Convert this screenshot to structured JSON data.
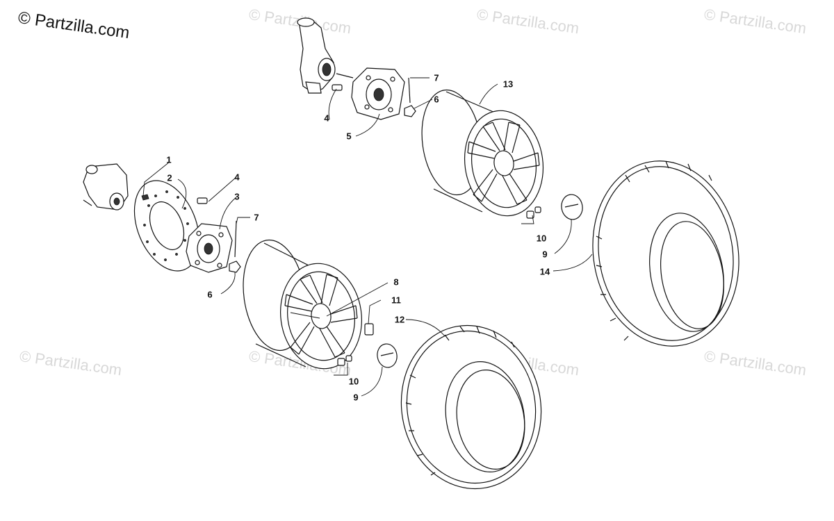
{
  "brand": {
    "text": "© Partzilla.com"
  },
  "watermarks": [
    "© Partzilla.com",
    "© Partzilla.com",
    "© Partzilla.com",
    "© Partzilla.com",
    "© Partzilla.com",
    "© Partzilla.com",
    "© Partzilla.com"
  ],
  "callouts": {
    "c1": "1",
    "c2": "2",
    "c3": "3",
    "c4a": "4",
    "c4b": "4",
    "c5": "5",
    "c6a": "6",
    "c6b": "6",
    "c7a": "7",
    "c7b": "7",
    "c8": "8",
    "c9a": "9",
    "c9b": "9",
    "c10a": "10",
    "c10b": "10",
    "c11": "11",
    "c12": "12",
    "c13": "13",
    "c14": "14"
  }
}
